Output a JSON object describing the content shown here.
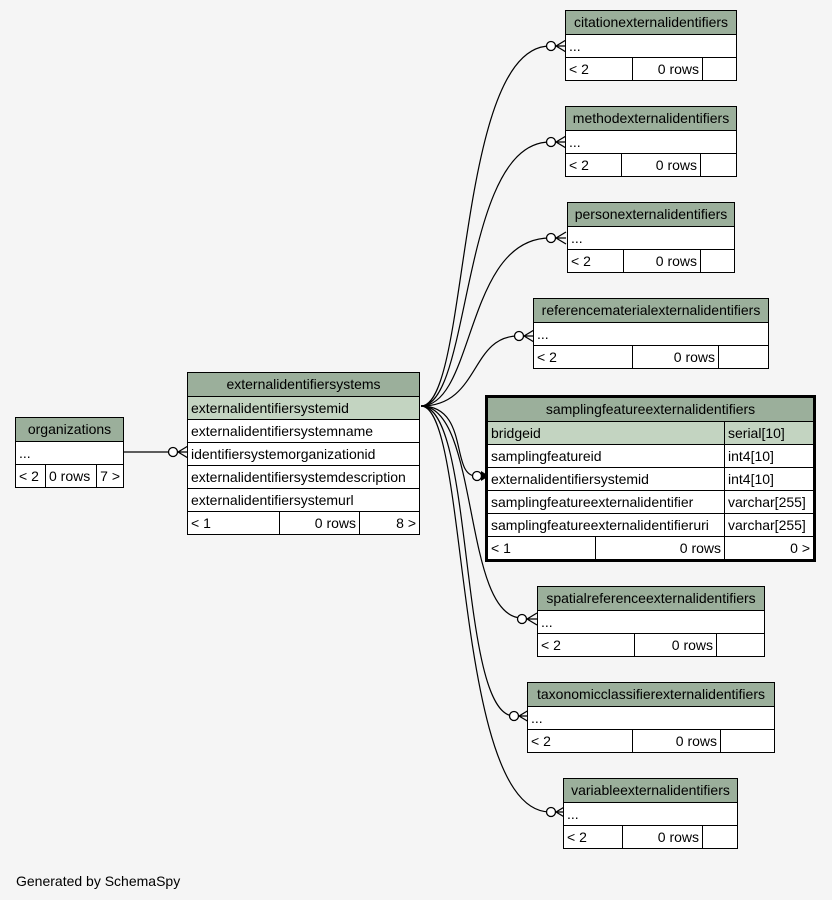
{
  "focus": {
    "name": "samplingfeatureexternalidentifiers",
    "columns": [
      {
        "name": "bridgeid",
        "type": "serial[10]"
      },
      {
        "name": "samplingfeatureid",
        "type": "int4[10]"
      },
      {
        "name": "externalidentifiersystemid",
        "type": "int4[10]"
      },
      {
        "name": "samplingfeatureexternalidentifier",
        "type": "varchar[255]"
      },
      {
        "name": "samplingfeatureexternalidentifieruri",
        "type": "varchar[255]"
      }
    ],
    "footer": {
      "parents": "< 1",
      "rows": "0 rows",
      "children": "0 >"
    }
  },
  "parent": {
    "name": "externalidentifiersystems",
    "columns": [
      "externalidentifiersystemid",
      "externalidentifiersystemname",
      "identifiersystemorganizationid",
      "externalidentifiersystemdescription",
      "externalidentifiersystemurl"
    ],
    "footer": {
      "parents": "< 1",
      "rows": "0 rows",
      "children": "8 >"
    }
  },
  "organizations": {
    "name": "organizations",
    "ellipsis": "...",
    "footer": {
      "parents": "< 2",
      "rows": "0 rows",
      "children": "7 >"
    }
  },
  "children": [
    {
      "name": "citationexternalidentifiers",
      "ellipsis": "...",
      "parents": "< 2",
      "rows": "0 rows",
      "children": ""
    },
    {
      "name": "methodexternalidentifiers",
      "ellipsis": "...",
      "parents": "< 2",
      "rows": "0 rows",
      "children": ""
    },
    {
      "name": "personexternalidentifiers",
      "ellipsis": "...",
      "parents": "< 2",
      "rows": "0 rows",
      "children": ""
    },
    {
      "name": "referencematerialexternalidentifiers",
      "ellipsis": "...",
      "parents": "< 2",
      "rows": "0 rows",
      "children": ""
    },
    {
      "name": "spatialreferenceexternalidentifiers",
      "ellipsis": "...",
      "parents": "< 2",
      "rows": "0 rows",
      "children": ""
    },
    {
      "name": "taxonomicclassifierexternalidentifiers",
      "ellipsis": "...",
      "parents": "< 2",
      "rows": "0 rows",
      "children": ""
    },
    {
      "name": "variableexternalidentifiers",
      "ellipsis": "...",
      "parents": "< 2",
      "rows": "0 rows",
      "children": ""
    }
  ],
  "footer_text": "Generated by SchemaSpy"
}
